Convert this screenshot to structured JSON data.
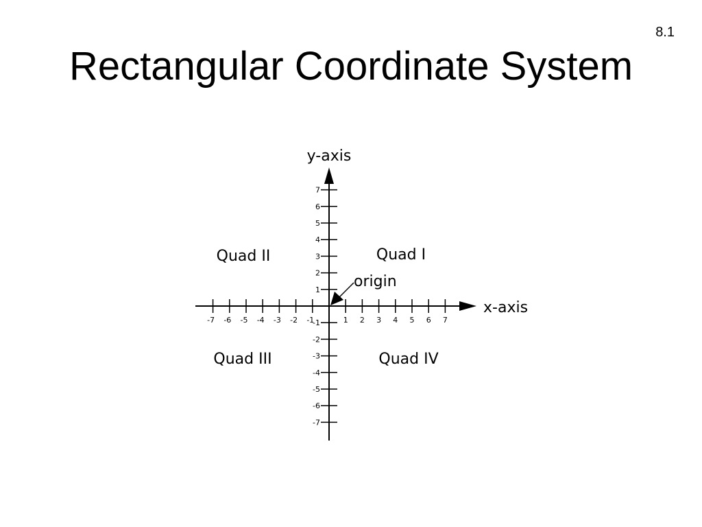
{
  "slide": {
    "number": "8.1",
    "title": "Rectangular Coordinate System"
  },
  "diagram": {
    "x_axis_label": "x-axis",
    "y_axis_label": "y-axis",
    "origin_label": "origin",
    "quadrants": {
      "q1": "Quad I",
      "q2": "Quad II",
      "q3": "Quad III",
      "q4": "Quad IV"
    },
    "x_ticks": [
      -7,
      -6,
      -5,
      -4,
      -3,
      -2,
      -1,
      1,
      2,
      3,
      4,
      5,
      6,
      7
    ],
    "y_ticks": [
      -7,
      -6,
      -5,
      -4,
      -3,
      -2,
      -1,
      1,
      2,
      3,
      4,
      5,
      6,
      7
    ],
    "colors": {
      "ink": "#000000",
      "background": "#ffffff"
    }
  }
}
